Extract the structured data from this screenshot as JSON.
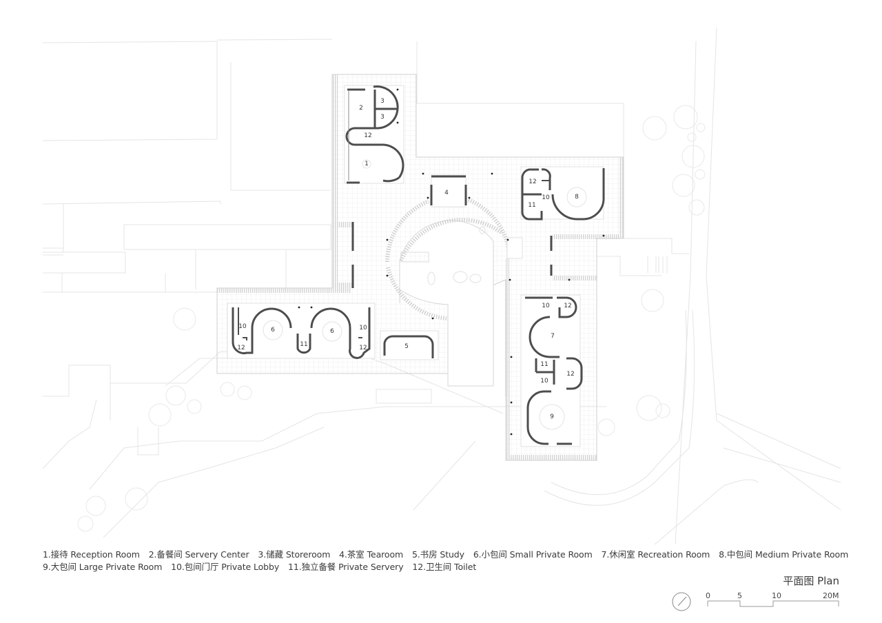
{
  "drawing": {
    "title": "平面图 Plan",
    "type": "architectural floor plan"
  },
  "legend": {
    "row1": [
      "1.接待 Reception Room",
      "2.备餐间 Servery Center",
      "3.储藏 Storeroom",
      "4.茶室 Tearoom",
      "5.书房 Study",
      "6.小包间 Small Private Room",
      "7.休闲室 Recreation Room",
      "8.中包间 Medium Private Room"
    ],
    "row2": [
      "9.大包间 Large Private Room",
      "10.包间门厅 Private Lobby",
      "11.独立备餐 Private Servery",
      "12.卫生间 Toilet"
    ]
  },
  "scale_bar": {
    "labels": [
      "0",
      "5",
      "10",
      "20M"
    ]
  },
  "rooms": {
    "r1": "1",
    "r2": "2",
    "r3a": "3",
    "r3b": "3",
    "r12a": "12",
    "r4": "4",
    "r12b": "12",
    "r10a": "10",
    "r11a": "11",
    "r8": "8",
    "r10b": "10",
    "r12c": "12",
    "r6a": "6",
    "r11b": "11",
    "r6b": "6",
    "r10c": "10",
    "r12d": "12",
    "r5": "5",
    "r10d": "10",
    "r12e": "12",
    "r7": "7",
    "r11c": "11",
    "r12f": "12",
    "r10e": "10",
    "r9": "9"
  },
  "colors": {
    "wall": "#555555",
    "site_line": "#e2e2e2",
    "paving": "#e6e6e6",
    "text": "#333333"
  }
}
